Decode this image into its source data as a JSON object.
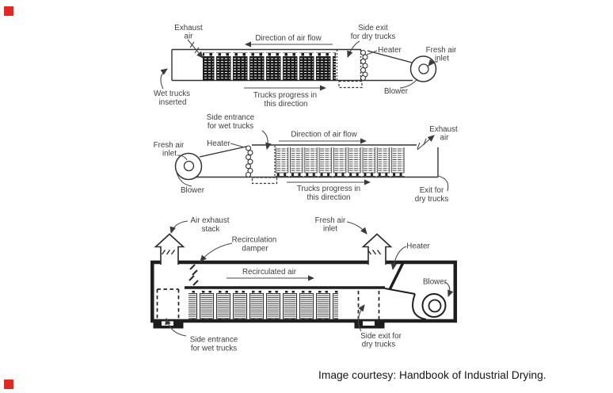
{
  "caption": {
    "text": "Image courtesy: Handbook of Industrial Drying."
  },
  "markers": {
    "color": "#e8251f"
  },
  "colors": {
    "ink": "#3a3a3a",
    "ink_heavy": "#1f1f1f",
    "text": "#3d3d3d"
  },
  "diagrams": {
    "counterflow": {
      "labels": {
        "exhaust_air": [
          "Exhaust",
          "air"
        ],
        "direction": "Direction of air flow",
        "side_exit": [
          "Side exit",
          "for dry trucks"
        ],
        "heater": "Heater",
        "fresh_air": [
          "Fresh air",
          "inlet"
        ],
        "blower": "Blower",
        "wet_trucks": [
          "Wet trucks",
          "inserted"
        ],
        "progress": [
          "Trucks progress in",
          "this direction"
        ]
      }
    },
    "concurrent": {
      "labels": {
        "side_entrance": [
          "Side entrance",
          "for wet trucks"
        ],
        "heater": "Heater",
        "direction": "Direction of air flow",
        "exhaust_air": [
          "Exhaust",
          "air"
        ],
        "fresh_air": [
          "Fresh air",
          "inlet"
        ],
        "blower": "Blower",
        "progress": [
          "Trucks progress in",
          "this direction"
        ],
        "exit": [
          "Exit for",
          "dry trucks"
        ]
      }
    },
    "recirculating": {
      "labels": {
        "air_exhaust": [
          "Air exhaust",
          "stack"
        ],
        "damper": [
          "Recirculation",
          "damper"
        ],
        "fresh_air": [
          "Fresh air",
          "inlet"
        ],
        "heater": "Heater",
        "recirculated": "Recirculated air",
        "blower": "Blower",
        "side_entrance": [
          "Side entrance",
          "for wet trucks"
        ],
        "side_exit": [
          "Side exit for",
          "dry trucks"
        ]
      }
    }
  }
}
